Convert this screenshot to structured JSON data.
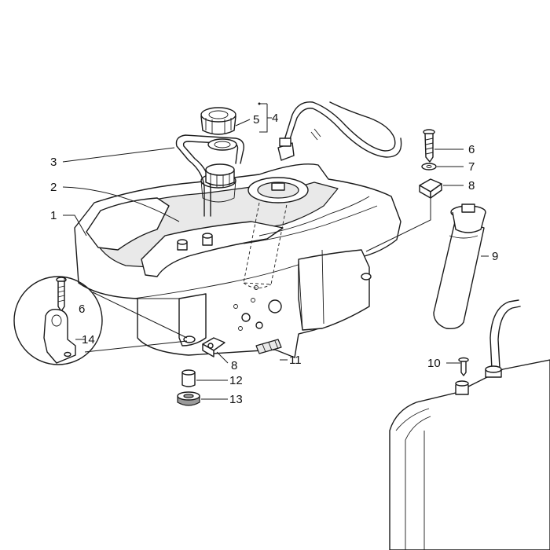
{
  "callouts": [
    {
      "id": "c1",
      "text": "1"
    },
    {
      "id": "c2",
      "text": "2"
    },
    {
      "id": "c3",
      "text": "3"
    },
    {
      "id": "c4",
      "text": "4"
    },
    {
      "id": "c5",
      "text": "5"
    },
    {
      "id": "c6a",
      "text": "6"
    },
    {
      "id": "c7",
      "text": "7"
    },
    {
      "id": "c8a",
      "text": "8"
    },
    {
      "id": "c9",
      "text": "9"
    },
    {
      "id": "c6b",
      "text": "6"
    },
    {
      "id": "c14",
      "text": "14"
    },
    {
      "id": "c8b",
      "text": "8"
    },
    {
      "id": "c11",
      "text": "11"
    },
    {
      "id": "c12",
      "text": "12"
    },
    {
      "id": "c13",
      "text": "13"
    },
    {
      "id": "c10",
      "text": "10"
    }
  ]
}
